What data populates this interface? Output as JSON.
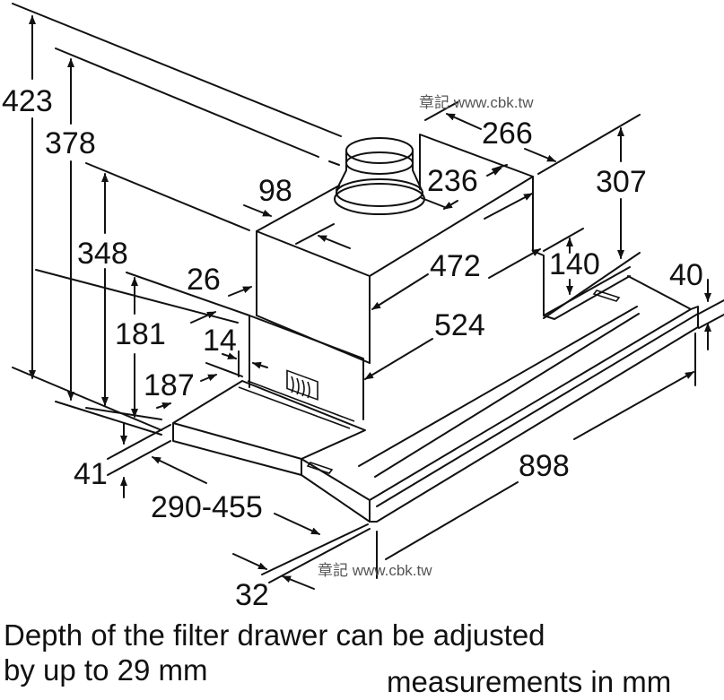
{
  "diagram": {
    "subject": "telescopic range hood installation dimensions",
    "dimensions": {
      "overall_height_duct": "423",
      "height_to_duct_collar": "378",
      "height_to_housing_top": "348",
      "height_front_panel": "181",
      "drawer_offset": "187",
      "panel_setback": "26",
      "control_offset": "14",
      "duct_setback": "98",
      "housing_depth": "266",
      "duct_spacing": "236",
      "housing_width": "472",
      "body_width": "524",
      "rear_height": "307",
      "step_height": "140",
      "trim_height": "40",
      "drawer_height": "41",
      "drawer_depth": "290-455",
      "trim_depth": "32",
      "overall_width": "898"
    },
    "watermarks": [
      "章記 www.cbk.tw",
      "章記 www.cbk.tw"
    ],
    "note_line1": "Depth of the filter drawer can be adjusted",
    "note_line2": "by up to 29 mm",
    "units_note": "measurements in mm"
  }
}
